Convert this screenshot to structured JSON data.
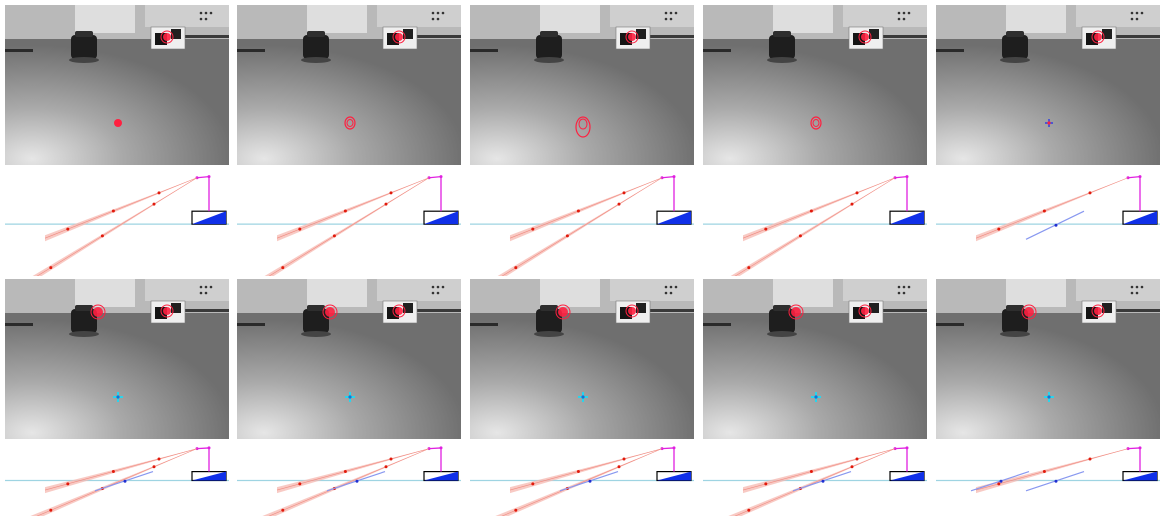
{
  "figure": {
    "description_free": true,
    "rows": [
      {
        "kind": "photos",
        "frames": [
          {
            "marker": "red-dot"
          },
          {
            "marker": "red-ellipse"
          },
          {
            "marker": "red-ellipse-large"
          },
          {
            "marker": "red-ellipse"
          },
          {
            "marker": "blue-cross"
          }
        ],
        "obstacle_marker_near_bag": false
      },
      {
        "kind": "diagrams",
        "frames": [
          {
            "cones": 2,
            "blue_segments": 0
          },
          {
            "cones": 2,
            "blue_segments": 0
          },
          {
            "cones": 2,
            "blue_segments": 0
          },
          {
            "cones": 2,
            "blue_segments": 0
          },
          {
            "cones": 1,
            "blue_segments": 1
          }
        ]
      },
      {
        "kind": "photos",
        "frames": [
          {
            "marker": "cyan-cross"
          },
          {
            "marker": "cyan-cross"
          },
          {
            "marker": "cyan-cross"
          },
          {
            "marker": "cyan-cross"
          },
          {
            "marker": "cyan-cross"
          }
        ],
        "obstacle_marker_near_bag": true
      },
      {
        "kind": "diagrams",
        "frames": [
          {
            "cones": 2,
            "blue_segments": 1
          },
          {
            "cones": 2,
            "blue_segments": 1
          },
          {
            "cones": 2,
            "blue_segments": 1
          },
          {
            "cones": 2,
            "blue_segments": 1
          },
          {
            "cones": 1,
            "blue_segments": 2
          }
        ]
      }
    ],
    "colors": {
      "floor_light": "#e6e6e6",
      "floor_dark": "#6f6f6f",
      "wall": "#b9b9b9",
      "ground_line": "#9ed4e2",
      "cone": "#f6b8b0",
      "cone_dot": "#e11a0c",
      "robot_pole": "#e020e0",
      "robot_body": "#1030e8",
      "blue_segment": "#8898f0",
      "red_marker": "#ff2040",
      "cyan_marker": "#2ad4ec"
    }
  }
}
